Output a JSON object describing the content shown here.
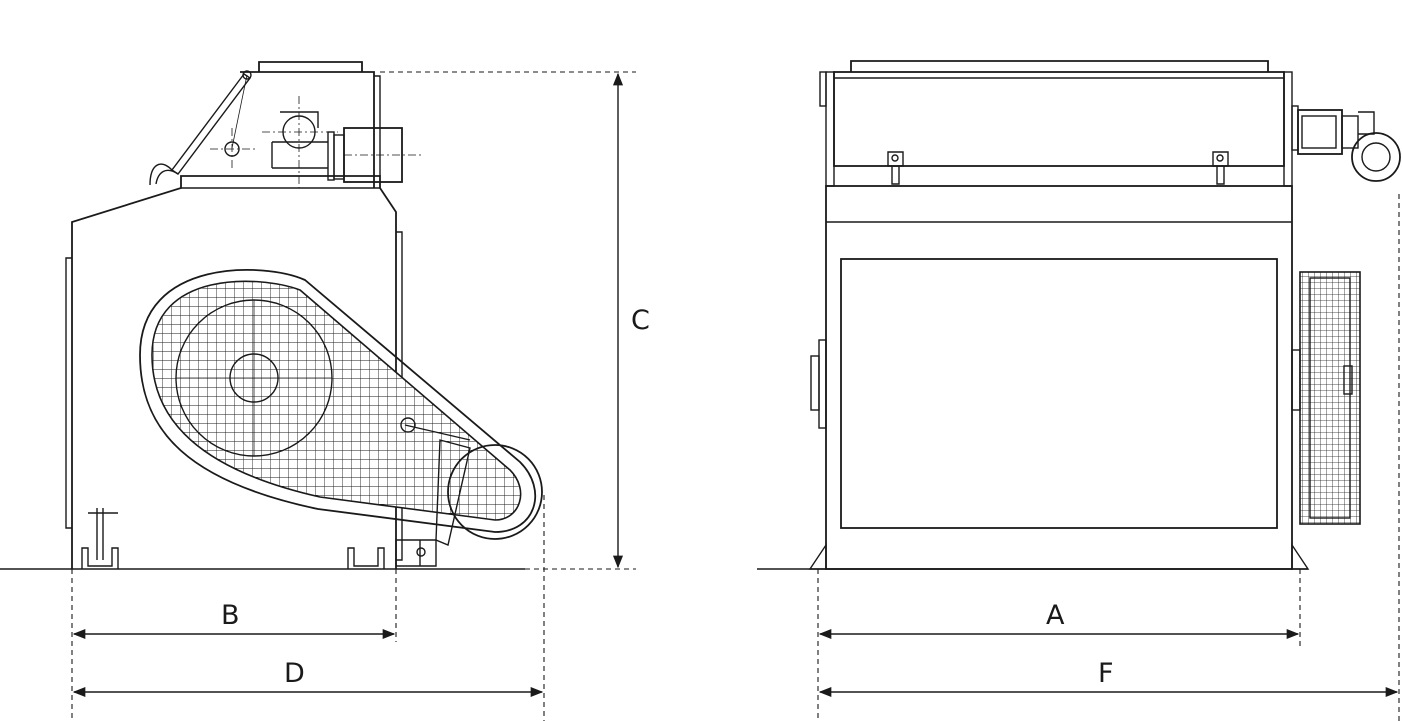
{
  "side_view": {
    "dimension_labels": {
      "B": "B",
      "C": "C",
      "D": "D"
    }
  },
  "front_view": {
    "dimension_labels": {
      "A": "A",
      "F": "F"
    }
  },
  "colors": {
    "line": "#1a1a1a",
    "background": "#ffffff"
  }
}
